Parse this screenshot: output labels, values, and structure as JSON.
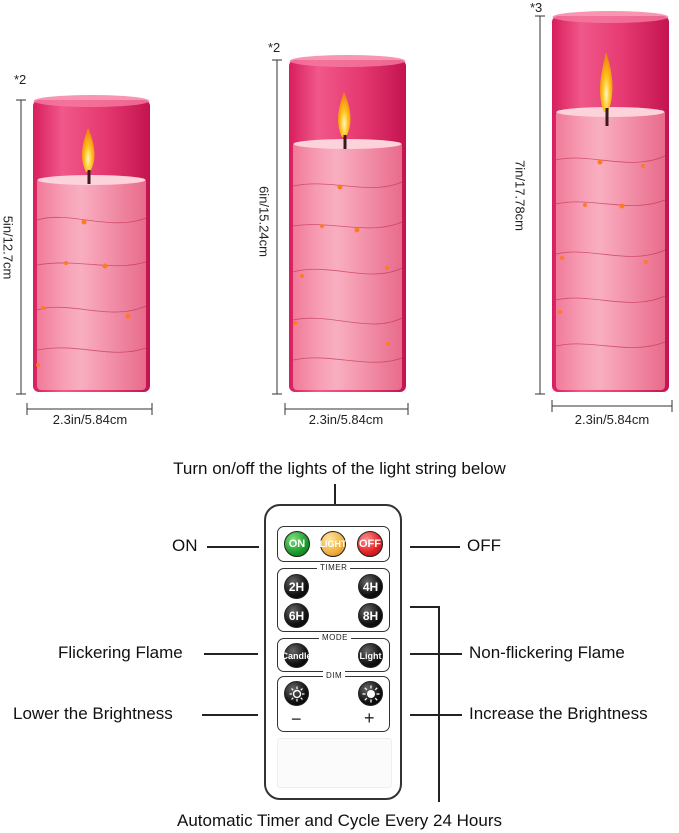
{
  "candles": [
    {
      "quantity": "*2",
      "height": "5in/12.7cm",
      "width": "2.3in/5.84cm"
    },
    {
      "quantity": "*2",
      "height": "6in/15.24cm",
      "width": "2.3in/5.84cm"
    },
    {
      "quantity": "*3",
      "height": "7in/17.78cm",
      "width": "2.3in/5.84cm"
    }
  ],
  "callouts": {
    "top": "Turn on/off the lights of the light string below",
    "on": "ON",
    "off": "OFF",
    "flicker": "Flickering Flame",
    "non_flicker": "Non-flickering Flame",
    "lower": "Lower the Brightness",
    "increase": "Increase the Brightness",
    "bottom": "Automatic Timer and Cycle Every 24 Hours"
  },
  "remote": {
    "on": "ON",
    "light": "LIGHT",
    "off": "OFF",
    "timer_label": "TIMER",
    "timers": [
      "2H",
      "4H",
      "6H",
      "8H"
    ],
    "mode_label": "MODE",
    "candle": "Candle",
    "light_mode": "Light",
    "dim_label": "DIM",
    "minus": "−",
    "plus": "+"
  },
  "colors": {
    "glass": "#e8326e",
    "wax": "#f7a7b8",
    "flame": "#ffc21a"
  }
}
